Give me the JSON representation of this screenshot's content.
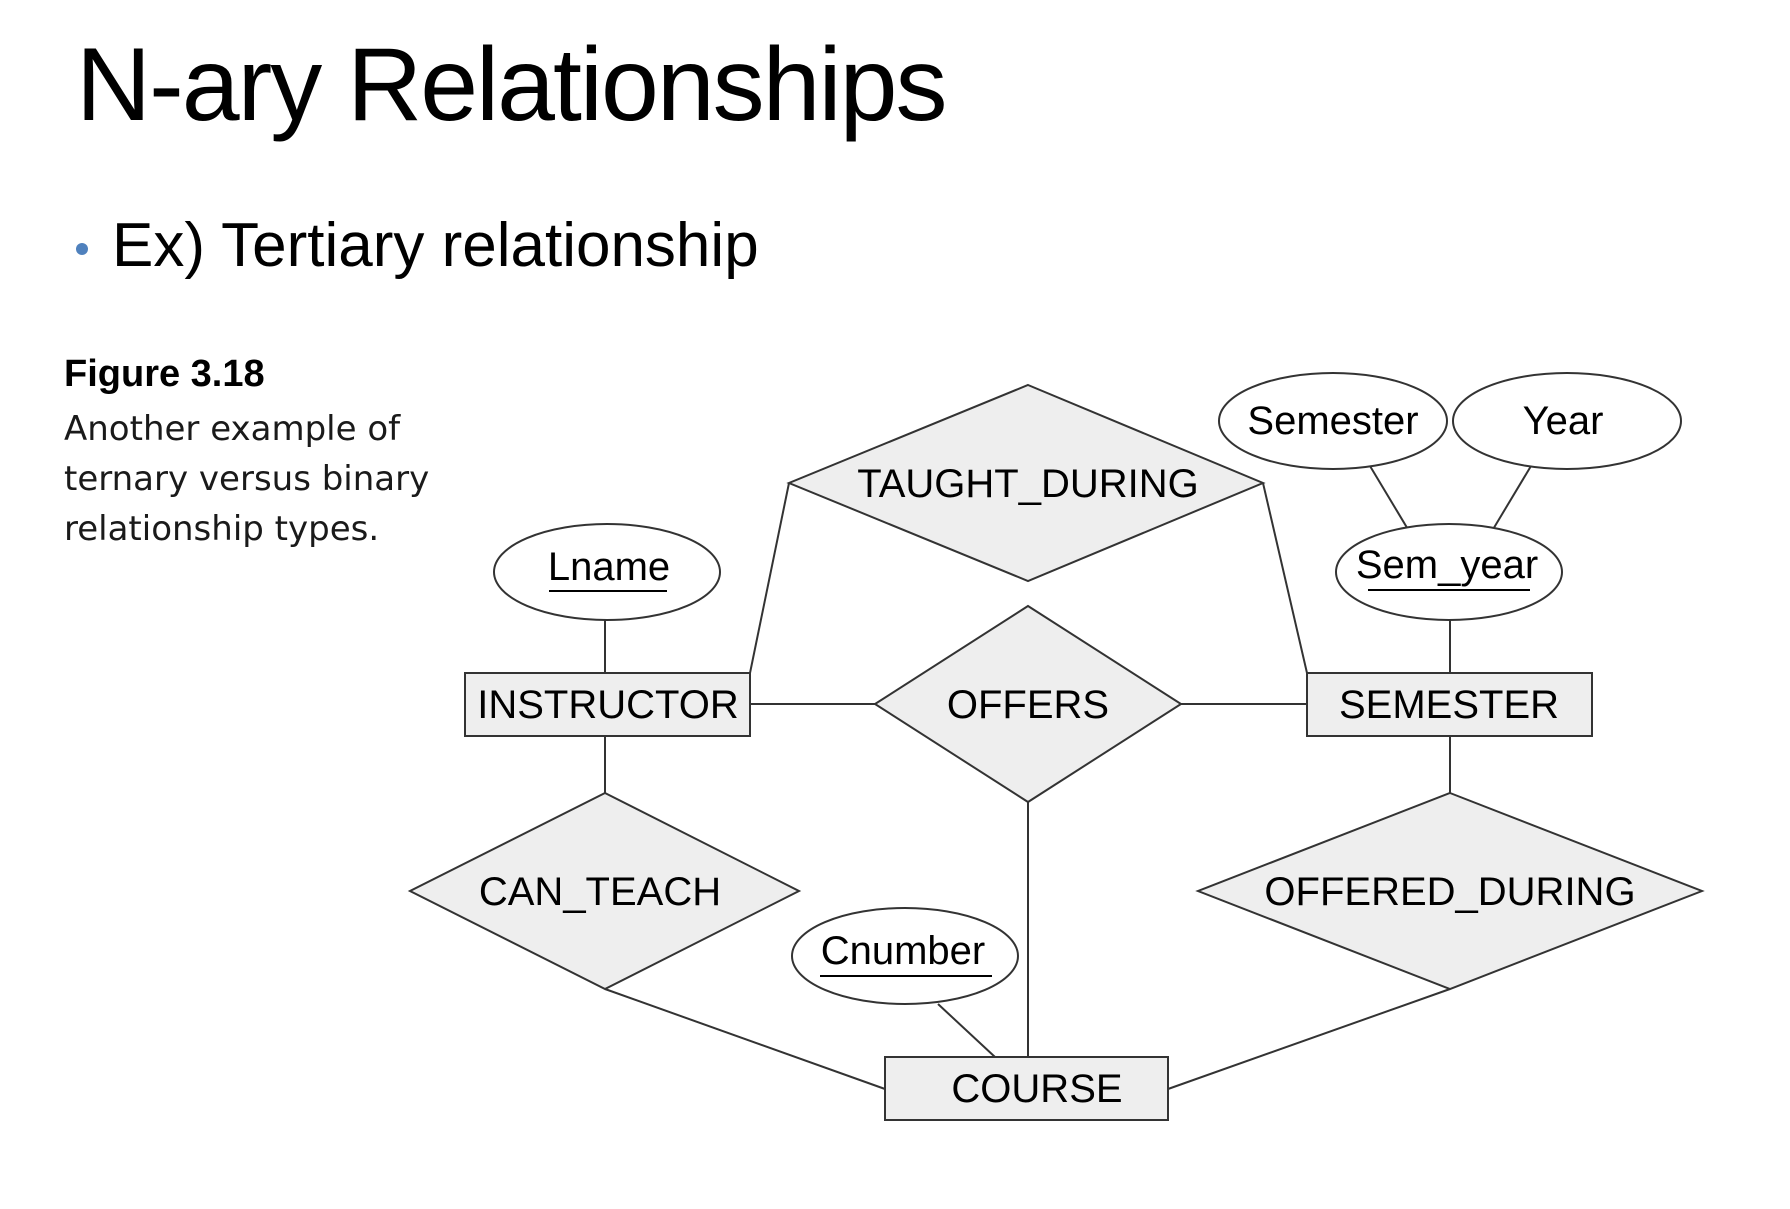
{
  "slide": {
    "title": "N-ary Relationships",
    "bullet": "Ex) Tertiary relationship"
  },
  "figure": {
    "label": "Figure 3.18",
    "caption_lines": [
      "Another example of",
      "ternary versus binary",
      "relationship types."
    ]
  },
  "diagram": {
    "entities": {
      "instructor": "INSTRUCTOR",
      "semester": "SEMESTER",
      "course": "COURSE"
    },
    "relationships": {
      "taught_during": "TAUGHT_DURING",
      "offers": "OFFERS",
      "can_teach": "CAN_TEACH",
      "offered_during": "OFFERED_DURING"
    },
    "attributes": {
      "lname": "Lname",
      "semester": "Semester",
      "year": "Year",
      "sem_year": "Sem_year",
      "cnumber": "Cnumber"
    }
  },
  "colors": {
    "shape_fill": "#eeeeee",
    "stroke": "#333333",
    "bullet": "#4f81bd"
  }
}
